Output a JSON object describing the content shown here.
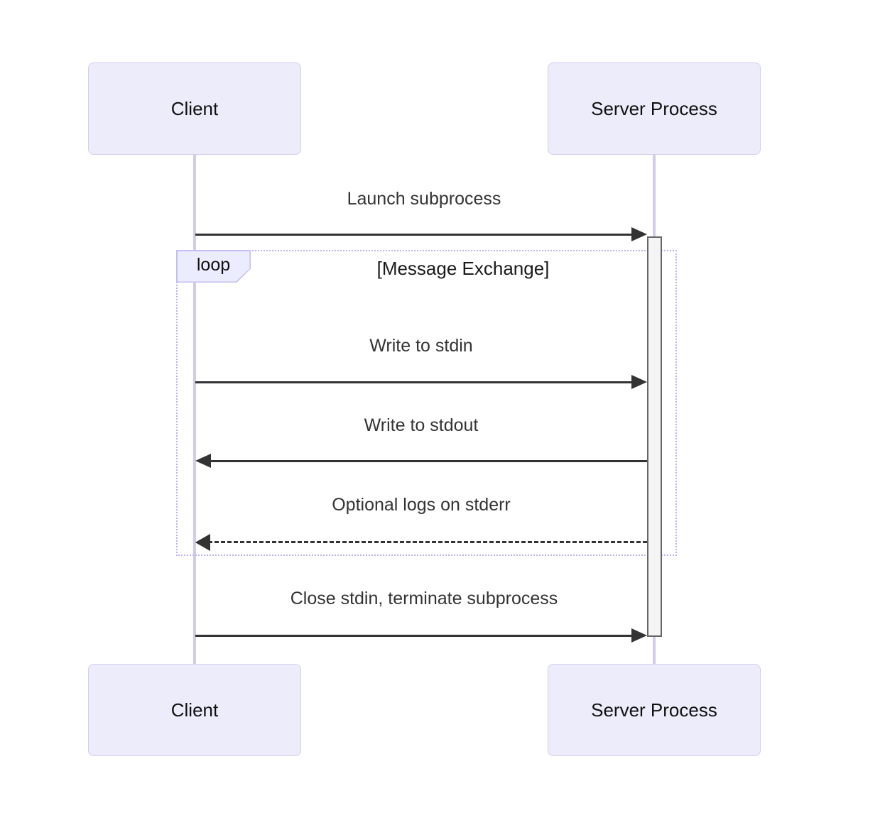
{
  "diagram": {
    "type": "sequence-diagram",
    "actors": [
      {
        "name": "Client"
      },
      {
        "name": "Server Process"
      }
    ],
    "messages": [
      {
        "label": "Launch subprocess",
        "from": "Client",
        "to": "Server Process",
        "line": "solid",
        "arrowhead": "filled"
      },
      {
        "label": "Write to stdin",
        "from": "Client",
        "to": "Server Process",
        "line": "solid",
        "arrowhead": "filled",
        "in_loop": true
      },
      {
        "label": "Write to stdout",
        "from": "Server Process",
        "to": "Client",
        "line": "solid",
        "arrowhead": "filled",
        "in_loop": true
      },
      {
        "label": "Optional logs on stderr",
        "from": "Server Process",
        "to": "Client",
        "line": "dashed",
        "arrowhead": "open",
        "in_loop": true
      },
      {
        "label": "Close stdin, terminate subprocess",
        "from": "Client",
        "to": "Server Process",
        "line": "solid",
        "arrowhead": "filled"
      }
    ],
    "loop": {
      "label": "loop",
      "condition": "[Message Exchange]"
    },
    "activation": {
      "actor": "Server Process",
      "from_message": "Launch subprocess",
      "to_message": "Close stdin, terminate subprocess"
    },
    "colors": {
      "background": "#FFFFFF",
      "actor_fill": "#ECECFB",
      "actor_border": "#D5CDEB",
      "lifeline": "#D3CBE9",
      "activation_fill": "#F4F4F4",
      "activation_border": "#666666",
      "arrow": "#333333",
      "loop_border": "#B9B4EC",
      "loop_label_fill": "#ECECFF",
      "message_text": "#333333",
      "actor_text": "#111111"
    }
  }
}
